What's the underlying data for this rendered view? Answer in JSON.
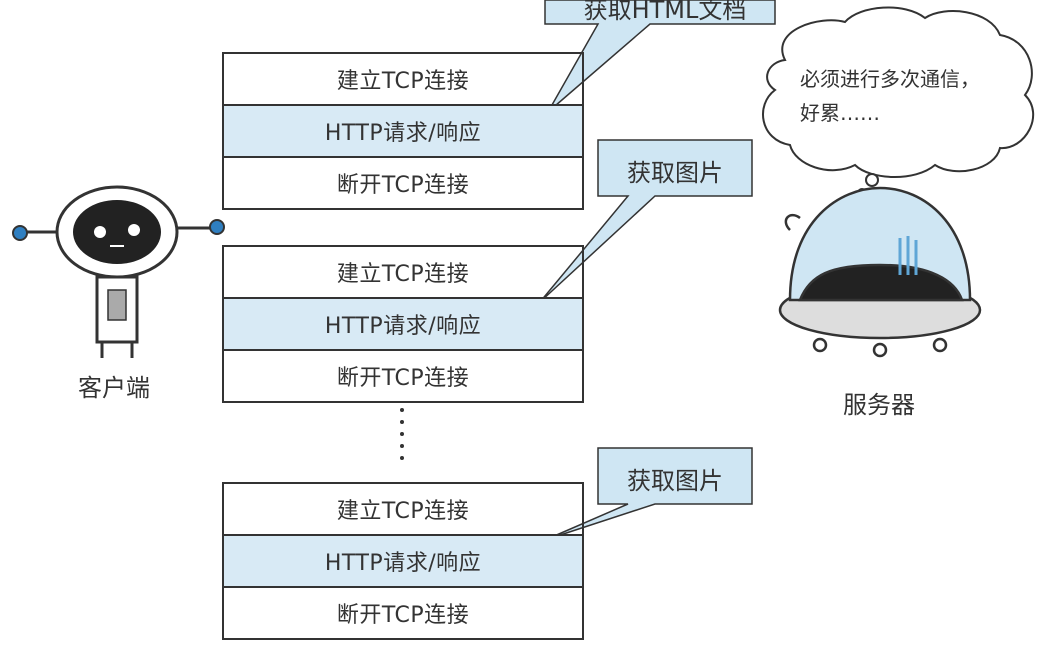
{
  "callouts": {
    "top": "获取HTML文档",
    "middle": "获取图片",
    "bottom": "获取图片"
  },
  "sequence": [
    {
      "connect": "建立TCP连接",
      "request": "HTTP请求/响应",
      "disconnect": "断开TCP连接"
    },
    {
      "connect": "建立TCP连接",
      "request": "HTTP请求/响应",
      "disconnect": "断开TCP连接"
    },
    {
      "connect": "建立TCP连接",
      "request": "HTTP请求/响应",
      "disconnect": "断开TCP连接"
    }
  ],
  "client": {
    "label": "客户端"
  },
  "server": {
    "label": "服务器",
    "thought_line1": "必须进行多次通信，",
    "thought_line2": "好累……"
  },
  "colors": {
    "highlight": "#d8eaf5",
    "callout": "#cfe6f3",
    "ink": "#333333",
    "robot_blue": "#2f7fc1"
  }
}
